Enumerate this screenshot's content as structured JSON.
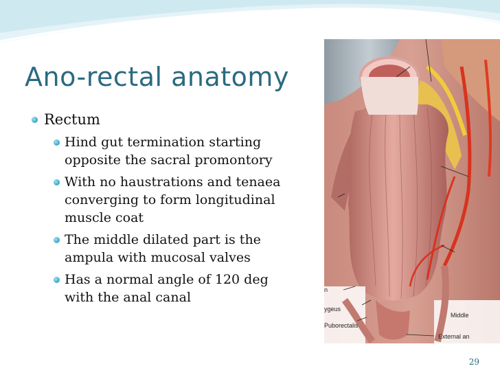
{
  "slide": {
    "title": "Ano-rectal anatomy",
    "bullets": [
      {
        "text": "Rectum",
        "sub": [
          {
            "lines": [
              "Hind gut termination starting",
              "opposite the sacral promontory"
            ]
          },
          {
            "lines": [
              "With no haustrations and tenaea",
              "converging to form longitudinal",
              "muscle coat"
            ]
          },
          {
            "lines": [
              "The middle dilated part is the",
              "ampula with mucosal valves"
            ]
          },
          {
            "lines": [
              "Has a normal angle of 120 deg",
              "with the anal canal"
            ]
          }
        ]
      }
    ],
    "page_number": "29"
  },
  "figure": {
    "labels": {
      "l1": "n",
      "l2": "ygeus",
      "l3": "Puborectalis",
      "l4": "Middle",
      "l5": "External an"
    }
  },
  "colors": {
    "title": "#2a6a80",
    "bullet": "#3aa6c4",
    "wave": "#cde8f0"
  }
}
